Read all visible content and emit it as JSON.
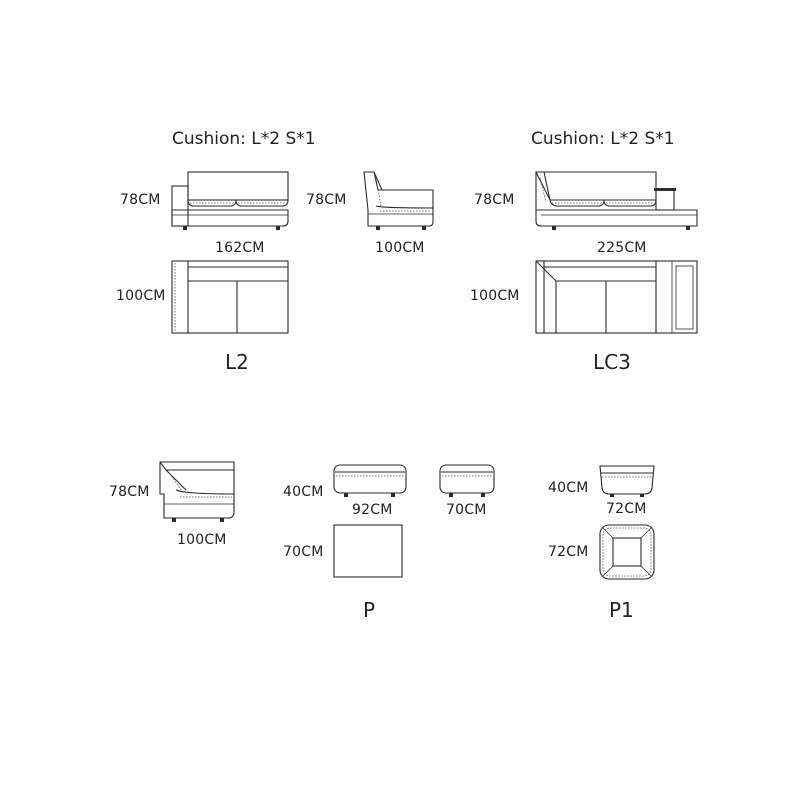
{
  "modules": {
    "L2": {
      "name": "L2",
      "cushion": "Cushion: L*2  S*1",
      "height": "78CM",
      "width": "162CM",
      "depth": "100CM"
    },
    "side": {
      "height": "78CM",
      "width": "100CM"
    },
    "LC3": {
      "name": "LC3",
      "cushion": "Cushion: L*2  S*1",
      "height": "78CM",
      "width": "225CM",
      "depth": "100CM"
    },
    "corner": {
      "height": "78CM",
      "width": "100CM"
    },
    "P": {
      "name": "P",
      "height": "40CM",
      "width_large": "92CM",
      "width_small": "70CM",
      "depth": "70CM"
    },
    "P1": {
      "name": "P1",
      "height": "40CM",
      "width": "72CM",
      "depth": "72CM"
    }
  }
}
